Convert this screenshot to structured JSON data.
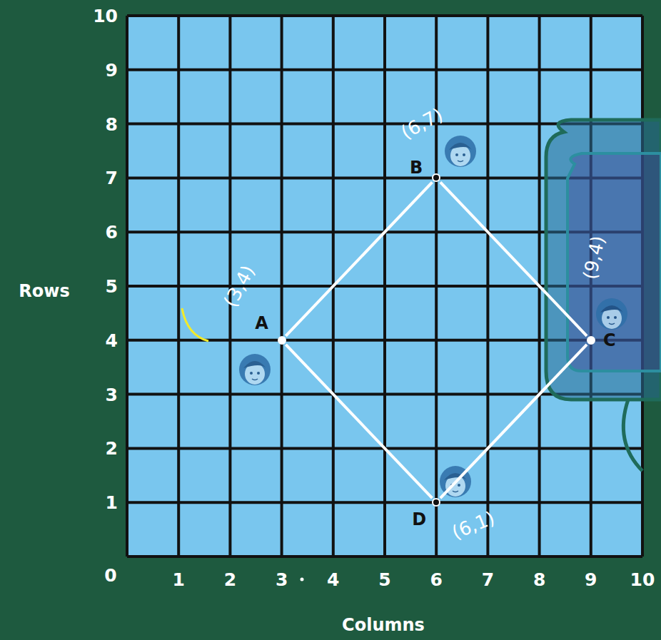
{
  "diagram": {
    "nodes": [
      {
        "text": [
          "A",
          "(3,4)"
        ]
      },
      {
        "text": [
          "B",
          "(6,7)"
        ]
      },
      {
        "text": [
          "C",
          "(9,4)"
        ]
      },
      {
        "text": [
          "D",
          "(6,1)"
        ]
      }
    ],
    "edges": [
      {
        "from": 0,
        "to": 1,
        "arrow": "none"
      },
      {
        "from": 1,
        "to": 2,
        "arrow": "none"
      },
      {
        "from": 2,
        "to": 3,
        "arrow": "none"
      },
      {
        "from": 3,
        "to": 0,
        "arrow": "none"
      }
    ],
    "labels": [
      "10",
      "9",
      "8",
      "7",
      "6",
      "5",
      "4",
      "3",
      "2",
      "1",
      "0",
      "1",
      "2",
      "3",
      "4",
      "5",
      "6",
      "7",
      "8",
      "9",
      "10",
      "Rows",
      "Columns"
    ]
  }
}
